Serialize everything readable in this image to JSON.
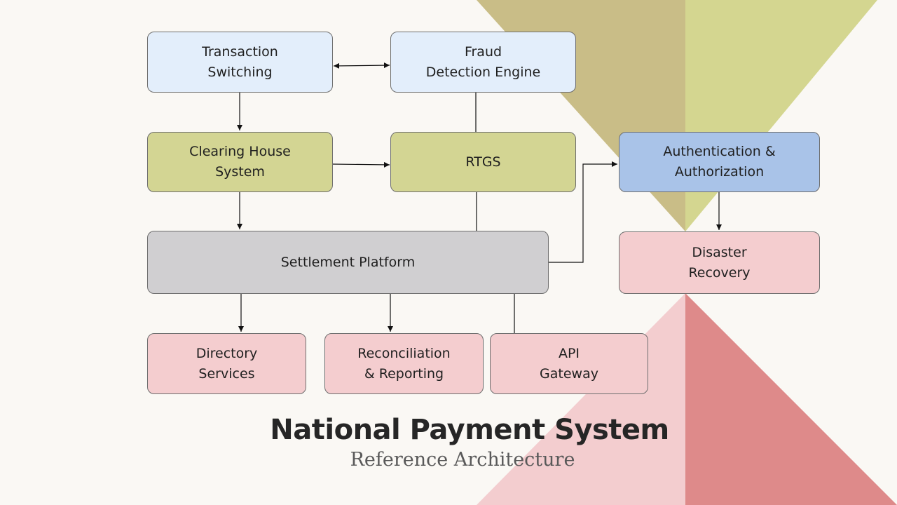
{
  "colors": {
    "background": "#faf8f4",
    "blue_light": "#e3eefb",
    "blue": "#a9c3e8",
    "olive": "#d3d593",
    "gray": "#d0cfd1",
    "pink": "#f4cdcf",
    "tri_tan": "#c9bd87",
    "tri_olive": "#d4d690",
    "tri_pink": "#f3cdcf",
    "tri_rose": "#de8a8a"
  },
  "nodes": {
    "transaction_switching": "Transaction\nSwitching",
    "fraud_detection": "Fraud\nDetection Engine",
    "clearing_house": "Clearing House\nSystem",
    "rtgs": "RTGS",
    "auth": "Authentication &\nAuthorization",
    "settlement": "Settlement Platform",
    "disaster_recovery": "Disaster\nRecovery",
    "directory_services": "Directory\nServices",
    "reconciliation": "Reconciliation\n& Reporting",
    "api_gateway": "API\nGateway"
  },
  "title": "National Payment System",
  "subtitle": "Reference Architecture"
}
